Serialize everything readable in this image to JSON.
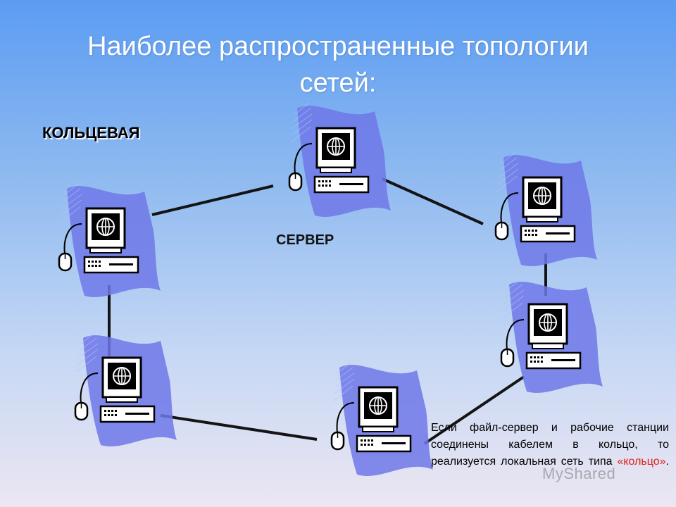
{
  "title_line1": "Наиболее распространенные топологии",
  "title_line2": "сетей:",
  "topology_label": "КОЛЬЦЕВАЯ",
  "server_label": "СЕРВЕР",
  "description": {
    "text": "Если файл-сервер и рабочие станции соединены кабелем в кольцо, то реализуется локальная сеть типа ",
    "highlight": "«кольцо»",
    "end": "."
  },
  "watermark": "MyShared",
  "colors": {
    "flag": "#6f78e8",
    "cable": "#141414",
    "highlight": "#e0201a"
  },
  "icons": [
    "computer-icon",
    "globe-icon",
    "mouse-icon"
  ]
}
